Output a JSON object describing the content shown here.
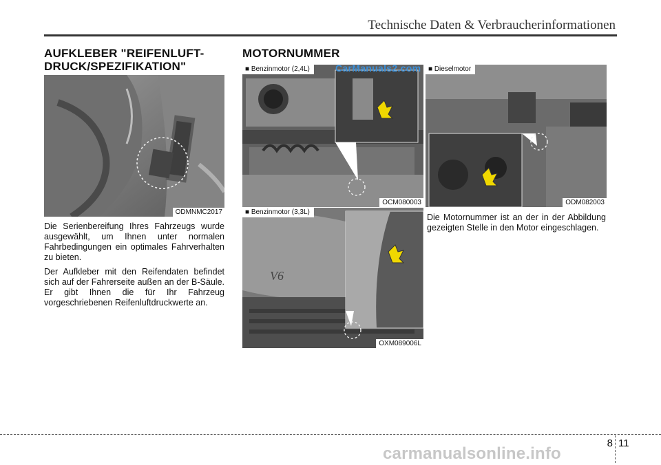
{
  "header": {
    "title": "Technische Daten & Verbraucherinformationen"
  },
  "left": {
    "title_line1": "AUFKLEBER \"REIFENLUFT-",
    "title_line2": "DRUCK/SPEZIFIKATION\"",
    "photo_code": "ODMNMC2017",
    "paragraph1": "Die Serienbereifung Ihres Fahrzeugs wurde ausgewählt, um Ihnen unter normalen Fahrbedingungen ein optimales Fahrverhalten zu bieten.",
    "paragraph2": "Der Aufkleber mit den Reifendaten befindet sich auf der Fahrerseite außen an der B-Säule. Er gibt Ihnen die für Ihr Fahrzeug vorgeschriebenen Reifenluft­druckwerte an."
  },
  "right": {
    "title": "MOTORNUMMER",
    "photo1_label": "■ Benzinmotor (2,4L)",
    "photo1_code": "OCM080003",
    "photo2_label": "■ Dieselmotor",
    "photo2_code": "ODM082003",
    "photo3_label": "■ Benzinmotor (3,3L)",
    "photo3_code": "OXM089006L",
    "paragraph": "Die Motornummer ist an der in der Abbildung gezeigten Stelle in den Motor eingeschlagen."
  },
  "watermark_top": "CarManuals2.com",
  "footer": {
    "chapter": "8",
    "page": "11",
    "watermark": "carmanualsonline.info"
  }
}
